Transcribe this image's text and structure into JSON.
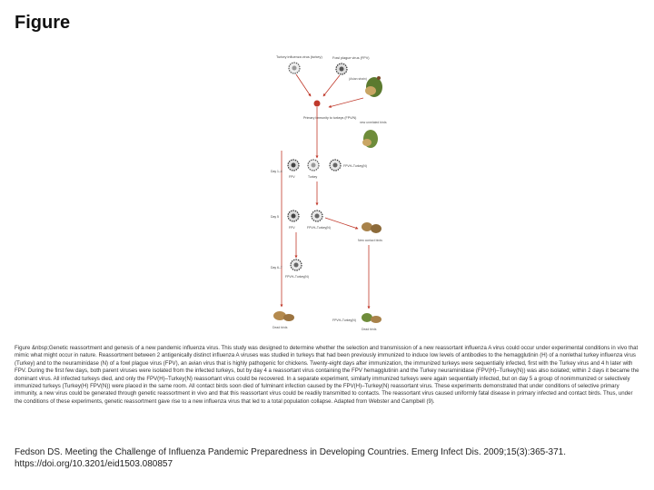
{
  "page": {
    "title": "Figure"
  },
  "figure": {
    "labels": {
      "turkey_virus": "Turkey influenza virus (turkey)",
      "fowl_plague": "Fowl plague virus (FPV)",
      "avian_virus": "(Avian strain)",
      "primary": "Primary immunity to turkeys (FPV/N)",
      "new_unrelated": "new unrelated birds",
      "day1": "Day 1–4",
      "day2": "Day 5",
      "day3": "Day 6–7",
      "fpv": "FPV",
      "turkey": "Turkey",
      "fpv_turkey": "FPVH–Turkey(N)",
      "new_contact": "New contact birds",
      "dead_birds": "Dead birds",
      "deaths": "Dead birds"
    }
  },
  "caption": "Figure &nbsp;Genetic reassortment and genesis of a new pandemic influenza virus. This study was designed to determine whether the selection and transmission of a new reassortant influenza A virus could occur under experimental conditions in vivo that mimic what might occur in nature. Reassortment between 2 antigenically distinct influenza A viruses was studied in turkeys that had been previously immunized to induce low levels of antibodies to the hemagglutinin (H) of a nonlethal turkey influenza virus (Turkey) and to the neuraminidase (N) of a fowl plague virus (FPV), an avian virus that is highly pathogenic for chickens. Twenty-eight days after immunization, the immunized turkeys were sequentially infected, first with the Turkey virus and 4 h later with FPV. During the first few days, both parent viruses were isolated from the infected turkeys, but by day 4 a reassortant virus containing the FPV hemagglutinin and the Turkey neuraminidase (FPV(H)–Turkey(N)) was also isolated; within 2 days it became the dominant virus. All infected turkeys died, and only the FPV(H)–Turkey(N) reassortant virus could be recovered. In a separate experiment, similarly immunized turkeys were again sequentially infected, but on day 5 a group of nonimmunized or selectively immunized turkeys (Turkey(H) FPV(N)) were placed in the same room. All contact birds soon died of fulminant infection caused by the FPV(H)–Turkey(N) reassortant virus. These experiments demonstrated that under conditions of selective primary immunity, a new virus could be generated through genetic reassortment in vivo and that this reassortant virus could be readily transmitted to contacts. The reassortant virus caused uniformly fatal disease in primary infected and contact birds. Thus, under the conditions of these experiments, genetic reassortment gave rise to a new influenza virus that led to a total population collapse. Adapted from Webster and Campbell (9).",
  "citation": "Fedson DS. Meeting the Challenge of Influenza Pandemic Preparedness in Developing Countries. Emerg Infect Dis. 2009;15(3):365-371. https://doi.org/10.3201/eid1503.080857"
}
